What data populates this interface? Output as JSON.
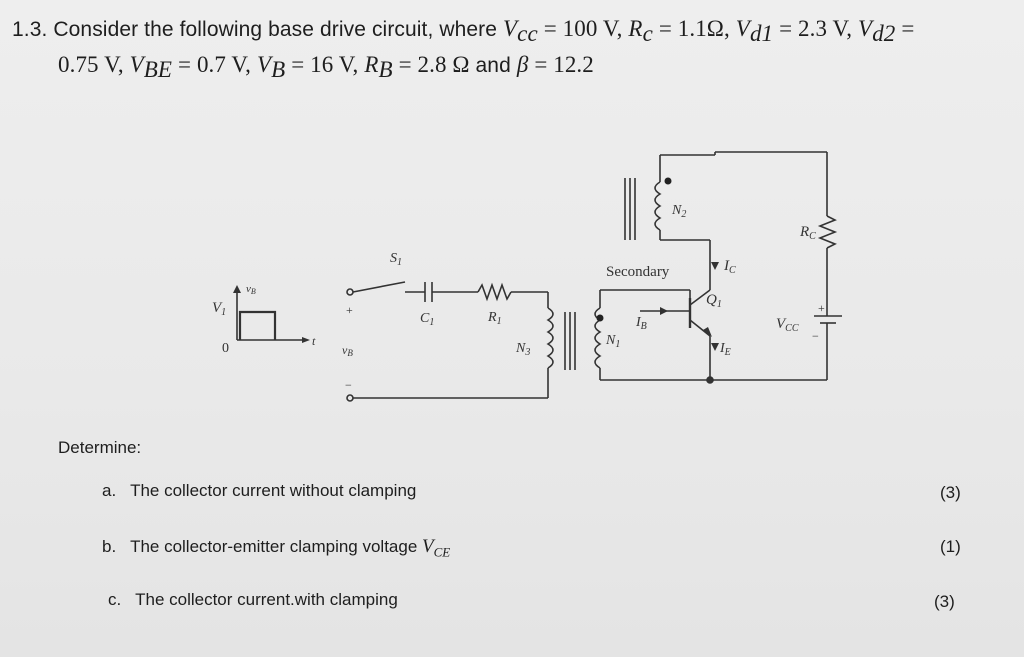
{
  "question": {
    "number": "1.3.",
    "intro": "Consider the following base drive circuit, where",
    "vcc_sym": "V",
    "vcc_sub": "cc",
    "vcc_val": "= 100 V,",
    "rc_sym": "R",
    "rc_sub": "c",
    "rc_val": "= 1.1Ω,",
    "vd1_sym": "V",
    "vd1_sub": "d1",
    "vd1_val": "= 2.3 V,",
    "vd2_sym": "V",
    "vd2_sub": "d2",
    "vd2_eq": "=",
    "vd2_val": "0.75 V,",
    "vbe_sym": "V",
    "vbe_sub": "BE",
    "vbe_val": "= 0.7 V,",
    "vb_sym": "V",
    "vb_sub": "B",
    "vb_val": "= 16 V,",
    "rb_sym": "R",
    "rb_sub": "B",
    "rb_val": "= 2.8 Ω",
    "and": "and",
    "beta_sym": "β",
    "beta_val": "= 12.2"
  },
  "circuit": {
    "vb_axis": "v",
    "vb_axis_sub": "B",
    "v1": "V",
    "v1_sub": "1",
    "zero": "0",
    "t": "t",
    "vb_label": "v",
    "vb_label_sub": "B",
    "plus": "+",
    "minus": "−",
    "s1": "S",
    "s1_sub": "1",
    "c1": "C",
    "c1_sub": "1",
    "r1": "R",
    "r1_sub": "1",
    "n3": "N",
    "n3_sub": "3",
    "n1": "N",
    "n1_sub": "1",
    "n2": "N",
    "n2_sub": "2",
    "secondary": "Secondary",
    "ib": "I",
    "ib_sub": "B",
    "ic": "I",
    "ic_sub": "C",
    "ie": "I",
    "ie_sub": "E",
    "q1": "Q",
    "q1_sub": "1",
    "rc": "R",
    "rc_sub": "C",
    "vcc": "V",
    "vcc_sub": "CC"
  },
  "determine": "Determine:",
  "items": [
    {
      "letter": "a.",
      "text": "The collector current without clamping",
      "marks": "(3)"
    },
    {
      "letter": "b.",
      "text": "The collector-emitter clamping voltage",
      "sym": "V",
      "sub": "CE",
      "marks": "(1)"
    },
    {
      "letter": "c.",
      "text": "The collector current.with clamping",
      "marks": "(3)"
    }
  ]
}
